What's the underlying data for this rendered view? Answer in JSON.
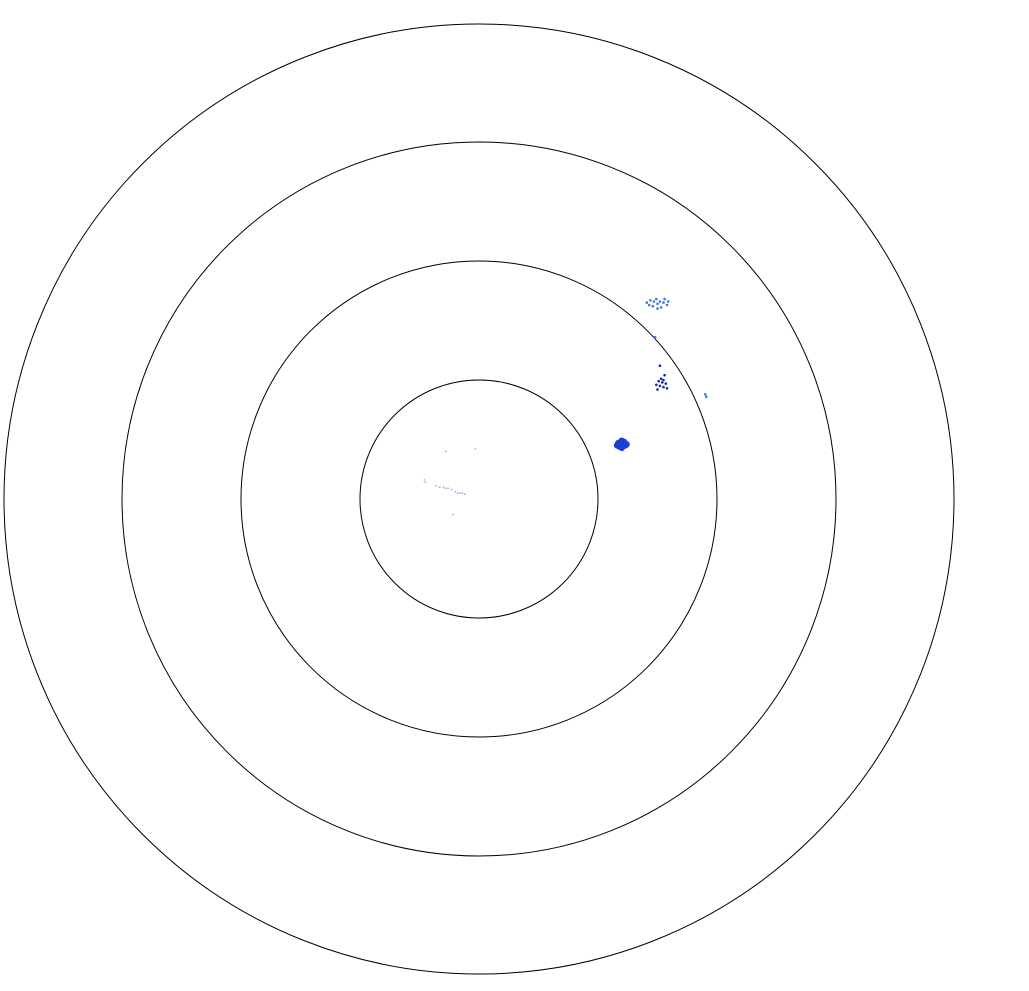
{
  "display": {
    "background": "#ffffff",
    "ring_color": "#000000",
    "ring_count": 4,
    "ring_scale": [
      1,
      2,
      3,
      4
    ],
    "blip_colors": {
      "primary": "#1a3fd6",
      "dark": "#0f2a9e",
      "light": "#3b78e6",
      "faint": "#8fb0ec"
    }
  },
  "chart_data": {
    "type": "scatter",
    "title": "",
    "xlabel": "",
    "ylabel": "",
    "polar": true,
    "rings": [
      1,
      2,
      3,
      4
    ],
    "series": [
      {
        "cluster": "strong-blip",
        "color": "#1a3fd6",
        "points": [
          [
            1.18,
            0.46
          ],
          [
            1.2,
            0.47
          ],
          [
            1.22,
            0.46
          ],
          [
            1.21,
            0.44
          ],
          [
            1.19,
            0.45
          ],
          [
            1.17,
            0.47
          ],
          [
            1.2,
            0.43
          ],
          [
            1.23,
            0.45
          ],
          [
            1.19,
            0.48
          ],
          [
            1.21,
            0.48
          ],
          [
            1.18,
            0.44
          ],
          [
            1.22,
            0.48
          ],
          [
            1.24,
            0.46
          ],
          [
            1.16,
            0.45
          ],
          [
            1.2,
            0.49
          ]
        ]
      },
      {
        "cluster": "upper-scatter",
        "color": "#3b78e6",
        "points": [
          [
            1.41,
            1.65
          ],
          [
            1.44,
            1.67
          ],
          [
            1.47,
            1.66
          ],
          [
            1.5,
            1.64
          ],
          [
            1.52,
            1.66
          ],
          [
            1.55,
            1.65
          ],
          [
            1.58,
            1.63
          ],
          [
            1.46,
            1.62
          ],
          [
            1.53,
            1.61
          ],
          [
            1.49,
            1.68
          ],
          [
            1.56,
            1.68
          ],
          [
            1.43,
            1.63
          ],
          [
            1.59,
            1.66
          ],
          [
            1.5,
            1.6
          ]
        ]
      },
      {
        "cluster": "mid-scatter",
        "color": "#0f2a9e",
        "points": [
          [
            1.5,
            0.92
          ],
          [
            1.52,
            0.95
          ],
          [
            1.54,
            0.98
          ],
          [
            1.55,
            0.94
          ],
          [
            1.53,
            1.01
          ],
          [
            1.57,
            0.97
          ],
          [
            1.51,
            0.99
          ],
          [
            1.56,
            1.04
          ],
          [
            1.52,
            1.12
          ],
          [
            1.58,
            0.93
          ],
          [
            1.49,
            0.96
          ],
          [
            1.55,
            1.0
          ]
        ]
      },
      {
        "cluster": "isolated",
        "color": "#3b78e6",
        "points": [
          [
            1.48,
            1.36
          ],
          [
            1.9,
            0.88
          ],
          [
            1.91,
            0.86
          ]
        ]
      },
      {
        "cluster": "center-trail",
        "color": "#8fb0ec",
        "points": [
          [
            -0.46,
            0.16
          ],
          [
            -0.45,
            0.14
          ],
          [
            -0.36,
            0.11
          ],
          [
            -0.33,
            0.1
          ],
          [
            -0.3,
            0.1
          ],
          [
            -0.28,
            0.09
          ],
          [
            -0.26,
            0.09
          ],
          [
            -0.23,
            0.08
          ],
          [
            -0.2,
            0.06
          ],
          [
            -0.18,
            0.05
          ],
          [
            -0.16,
            0.05
          ],
          [
            -0.14,
            0.05
          ],
          [
            -0.12,
            0.04
          ],
          [
            -0.28,
            0.4
          ],
          [
            -0.03,
            0.42
          ],
          [
            -0.22,
            -0.13
          ]
        ]
      }
    ]
  }
}
